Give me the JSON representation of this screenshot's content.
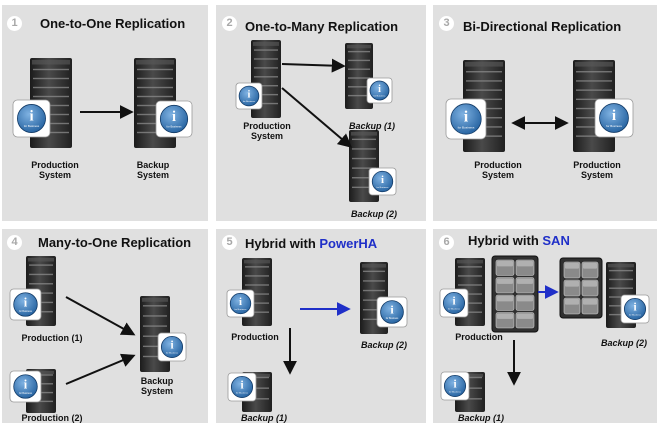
{
  "panels": [
    {
      "number": "1",
      "title": "One-to-One Replication",
      "labels": {
        "production": "Production\nSystem",
        "backup": "Backup\nSystem"
      }
    },
    {
      "number": "2",
      "title": "One-to-Many Replication",
      "labels": {
        "production": "Production\nSystem",
        "backup1": "Backup (1)",
        "backup2": "Backup (2)"
      }
    },
    {
      "number": "3",
      "title": "Bi-Directional Replication",
      "labels": {
        "production": "Production\nSystem",
        "backup": "Production\nSystem"
      }
    },
    {
      "number": "4",
      "title": "Many-to-One Replication",
      "labels": {
        "production1": "Production (1)",
        "production2": "Production (2)",
        "backup": "Backup\nSystem"
      }
    },
    {
      "number": "5",
      "title_prefix": "Hybrid with ",
      "title_highlight": "PowerHA",
      "labels": {
        "production": "Production",
        "backup1": "Backup (1)",
        "backup2": "Backup (2)"
      }
    },
    {
      "number": "6",
      "title_prefix": "Hybrid with ",
      "title_highlight": "SAN",
      "labels": {
        "production": "Production",
        "backup1": "Backup (1)",
        "backup2": "Backup (2)"
      }
    }
  ],
  "logo": {
    "text": "for Business"
  },
  "colors": {
    "panel": "#e0e0e0",
    "arrow": "#111111",
    "accent_arrow": "#1f2fc8",
    "highlight": "#1f2fc8"
  }
}
